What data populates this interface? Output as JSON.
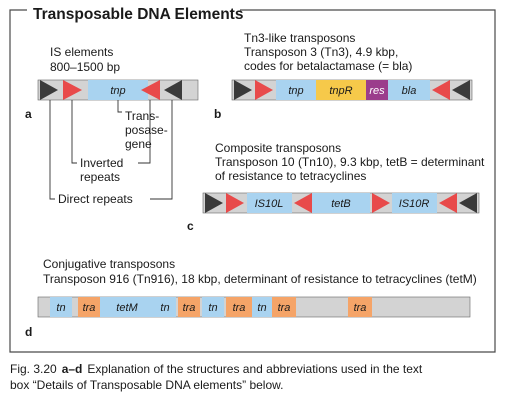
{
  "box_title": "Transposable DNA Elements",
  "panel_a": {
    "letter": "a",
    "title_line1": "IS elements",
    "title_line2": "800–1500 bp",
    "gene": "tnp",
    "label_transposase_line1": "Trans-",
    "label_transposase_line2": "posase-",
    "label_transposase_line3": "gene",
    "label_inverted_line1": "Inverted",
    "label_inverted_line2": "repeats",
    "label_direct": "Direct repeats"
  },
  "panel_b": {
    "letter": "b",
    "line1": "Tn3-like transposons",
    "line2": "Transposon 3 (Tn3), 4.9 kbp,",
    "line3": "codes for betalactamase (= bla)",
    "genes": [
      "tnp",
      "tnpR",
      "res",
      "bla"
    ]
  },
  "panel_c": {
    "letter": "c",
    "line1": "Composite transposons",
    "line2": "Transposon 10 (Tn10), 9.3 kbp, tetB = determinant",
    "line3": "of resistance to tetracyclines",
    "genes": [
      "IS10L",
      "tetB",
      "IS10R"
    ]
  },
  "panel_d": {
    "letter": "d",
    "line1": "Conjugative transposons",
    "line2": "Transposon 916 (Tn916), 18 kbp, determinant of resistance to tetracyclines (tetM)",
    "genes": [
      "tn",
      "tra",
      "tetM",
      "tn",
      "tra",
      "tn",
      "tra",
      "tn",
      "tra",
      "tra"
    ]
  },
  "caption": {
    "fig_label": "Fig. 3.20",
    "parts": "a–d",
    "text_line1": "Explanation of the structures and abbreviations used in the text",
    "text_line2": "box “Details of Transposable DNA elements” below."
  },
  "colors": {
    "frame": "#4a4a4a",
    "backbone": "#d3d3d3",
    "direct_repeat": "#3a3a3a",
    "inverted_repeat": "#e84a4a",
    "gene_blue": "#a9d3f0",
    "gene_yellow": "#f6c94a",
    "gene_purple": "#9b3d8c",
    "gene_orange": "#f5a468"
  }
}
